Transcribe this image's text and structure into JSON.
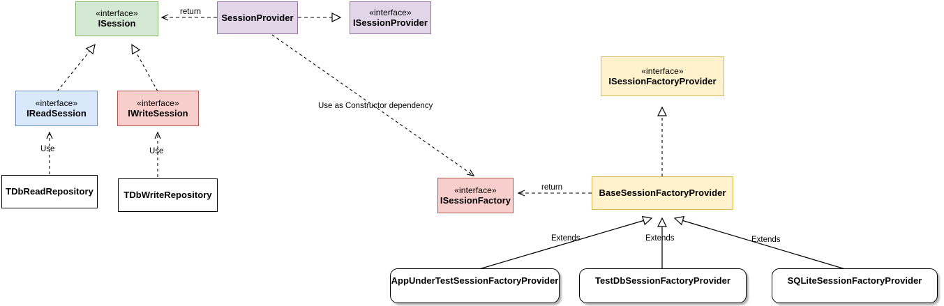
{
  "diagram": {
    "title": "Session and Session Factory Provider UML class diagram",
    "type": "uml-class-diagram",
    "stereotype_text": "«interface»",
    "colors": {
      "green_fill": "#d5e8d4",
      "green_stroke": "#82b366",
      "blue_fill": "#dae8fc",
      "blue_stroke": "#6c8ebf",
      "red_fill": "#f8cecc",
      "red_stroke": "#b85450",
      "purple_fill": "#e1d5e7",
      "purple_stroke": "#9673a6",
      "yellow_fill": "#fff2cc",
      "yellow_stroke": "#d6b656",
      "plain_fill": "#ffffff",
      "plain_stroke": "#000000",
      "line": "#000000",
      "background": "#ffffff"
    },
    "nodes": [
      {
        "id": "isession",
        "stereotype": "«interface»",
        "name": "ISession",
        "shape": "rect",
        "color": "green"
      },
      {
        "id": "ireadsession",
        "stereotype": "«interface»",
        "name": "IReadSession",
        "shape": "rect",
        "color": "blue"
      },
      {
        "id": "iwritesession",
        "stereotype": "«interface»",
        "name": "IWriteSession",
        "shape": "rect",
        "color": "red"
      },
      {
        "id": "tdbreadrepository",
        "stereotype": "",
        "name": "TDbReadRepository",
        "shape": "rect",
        "color": "plain"
      },
      {
        "id": "tdbwriterepository",
        "stereotype": "",
        "name": "TDbWriteRepository",
        "shape": "rect",
        "color": "plain"
      },
      {
        "id": "sessionprovider",
        "stereotype": "",
        "name": "SessionProvider",
        "shape": "rect",
        "color": "purple"
      },
      {
        "id": "isessionprovider",
        "stereotype": "«interface»",
        "name": "ISessionProvider",
        "shape": "rect",
        "color": "purple"
      },
      {
        "id": "isessionfactoryprovider",
        "stereotype": "«interface»",
        "name": "ISessionFactoryProvider",
        "shape": "rect",
        "color": "yellow"
      },
      {
        "id": "isessionfactory",
        "stereotype": "«interface»",
        "name": "ISessionFactory",
        "shape": "rect",
        "color": "red"
      },
      {
        "id": "basesessionfactoryprovider",
        "stereotype": "",
        "name": "BaseSessionFactoryProvider",
        "shape": "rect",
        "color": "yellow"
      },
      {
        "id": "appundertest",
        "stereotype": "",
        "name": "AppUnderTestSessionFactoryProvider",
        "shape": "rounded",
        "color": "plain"
      },
      {
        "id": "testdb",
        "stereotype": "",
        "name": "TestDbSessionFactoryProvider",
        "shape": "rounded",
        "color": "plain"
      },
      {
        "id": "sqlite",
        "stereotype": "",
        "name": "SQLiteSessionFactoryProvider",
        "shape": "rounded",
        "color": "plain"
      }
    ],
    "edges": [
      {
        "id": "e-return-session",
        "from": "sessionprovider",
        "to": "isession",
        "label": "return",
        "style": "dashed",
        "arrow": "open"
      },
      {
        "id": "e-realize-isp",
        "from": "sessionprovider",
        "to": "isessionprovider",
        "label": "",
        "style": "dashed",
        "arrow": "hollow-triangle"
      },
      {
        "id": "e-read-isession",
        "from": "ireadsession",
        "to": "isession",
        "label": "",
        "style": "dashed",
        "arrow": "hollow-triangle"
      },
      {
        "id": "e-write-isession",
        "from": "iwritesession",
        "to": "isession",
        "label": "",
        "style": "dashed",
        "arrow": "hollow-triangle"
      },
      {
        "id": "e-use-read",
        "from": "tdbreadrepository",
        "to": "ireadsession",
        "label": "Use",
        "style": "dashed",
        "arrow": "open"
      },
      {
        "id": "e-use-write",
        "from": "tdbwriterepository",
        "to": "iwritesession",
        "label": "Use",
        "style": "dashed",
        "arrow": "open"
      },
      {
        "id": "e-ctor-dep",
        "from": "sessionprovider",
        "to": "isessionfactory",
        "label": "Use as Constructor dependency",
        "style": "dashed",
        "arrow": "open"
      },
      {
        "id": "e-return-factory",
        "from": "basesessionfactoryprovider",
        "to": "isessionfactory",
        "label": "return",
        "style": "dashed",
        "arrow": "open"
      },
      {
        "id": "e-realize-isfp",
        "from": "basesessionfactoryprovider",
        "to": "isessionfactoryprovider",
        "label": "",
        "style": "dashed",
        "arrow": "hollow-triangle"
      },
      {
        "id": "e-extends-appundertest",
        "from": "appundertest",
        "to": "basesessionfactoryprovider",
        "label": "Extends",
        "style": "solid",
        "arrow": "hollow-triangle"
      },
      {
        "id": "e-extends-testdb",
        "from": "testdb",
        "to": "basesessionfactoryprovider",
        "label": "Extends",
        "style": "solid",
        "arrow": "hollow-triangle"
      },
      {
        "id": "e-extends-sqlite",
        "from": "sqlite",
        "to": "basesessionfactoryprovider",
        "label": "Extends",
        "style": "solid",
        "arrow": "hollow-triangle"
      }
    ],
    "edge_labels": {
      "return_session": "return",
      "return_factory": "return",
      "use_read": "Use",
      "use_write": "Use",
      "constructor_dependency": "Use as Constructor dependency",
      "extends_app": "Extends",
      "extends_testdb": "Extends",
      "extends_sqlite": "Extends"
    }
  }
}
